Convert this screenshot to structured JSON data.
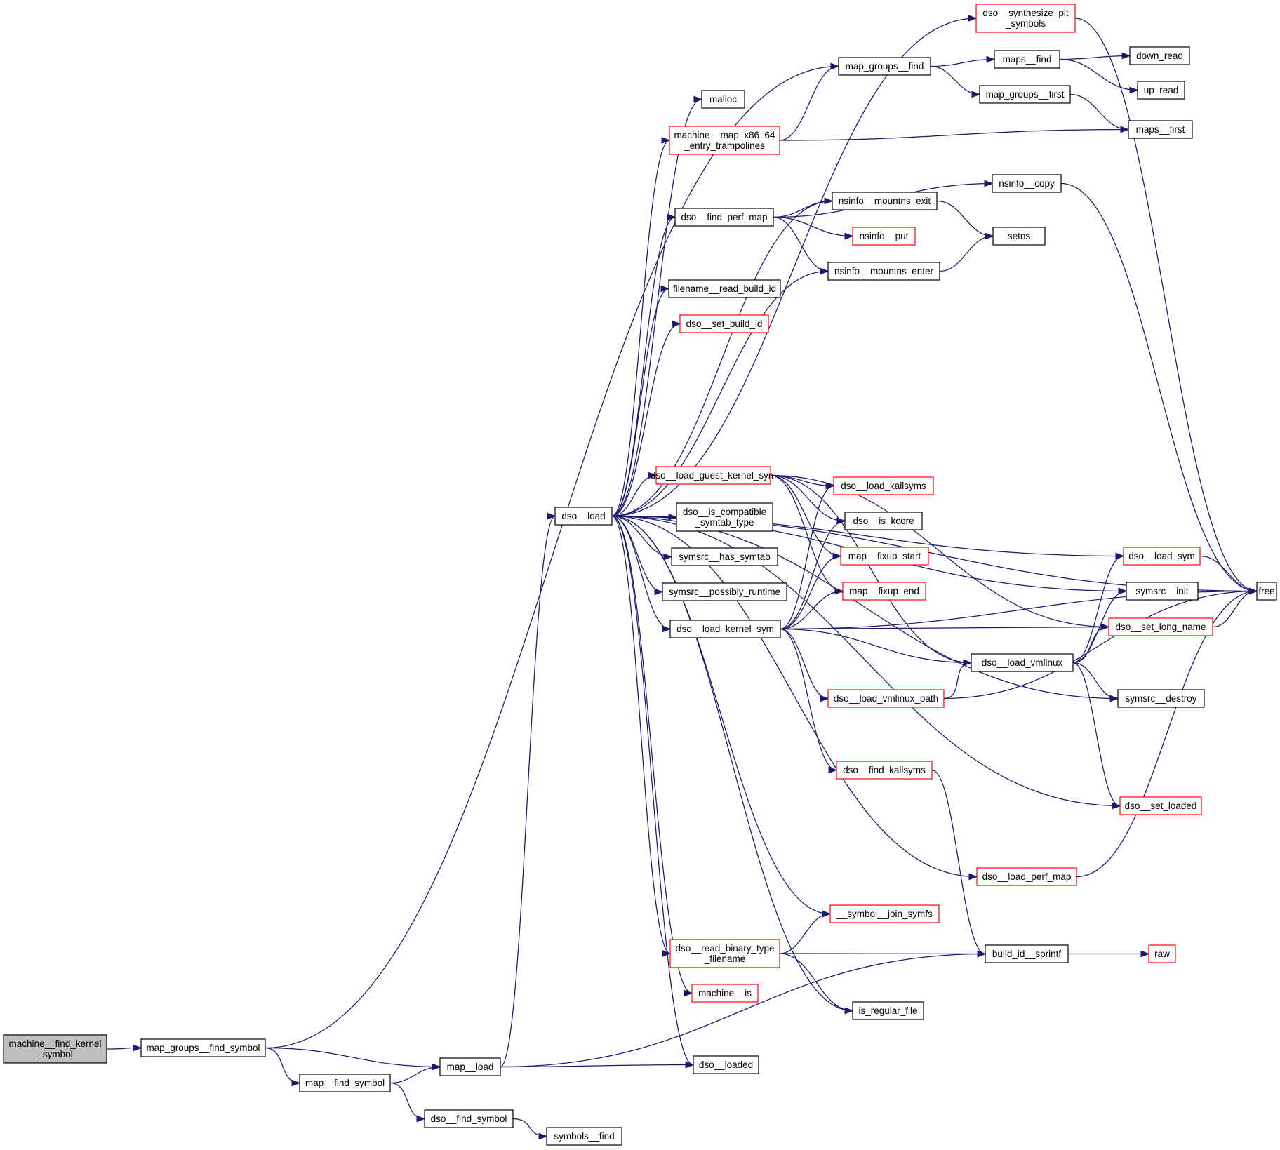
{
  "colors": {
    "edge": "#191970",
    "border_default": "#000000",
    "border_truncated": "#ff0000",
    "root_fill": "#bfbfbf",
    "node_fill": "#ffffff"
  },
  "nodes": [
    {
      "id": "root",
      "lines": [
        "machine__find_kernel",
        "_symbol"
      ],
      "style": "root"
    },
    {
      "id": "mgfs",
      "lines": [
        "map_groups__find_symbol"
      ],
      "style": "normal"
    },
    {
      "id": "mfs",
      "lines": [
        "map__find_symbol"
      ],
      "style": "normal"
    },
    {
      "id": "mload",
      "lines": [
        "map__load"
      ],
      "style": "normal"
    },
    {
      "id": "dfs",
      "lines": [
        "dso__find_symbol"
      ],
      "style": "normal"
    },
    {
      "id": "symf",
      "lines": [
        "symbols__find"
      ],
      "style": "normal"
    },
    {
      "id": "dload",
      "lines": [
        "dso__load"
      ],
      "style": "normal"
    },
    {
      "id": "synth",
      "lines": [
        "dso__synthesize_plt",
        "_symbols"
      ],
      "style": "truncated"
    },
    {
      "id": "mgfind",
      "lines": [
        "map_groups__find"
      ],
      "style": "normal"
    },
    {
      "id": "mapsfind",
      "lines": [
        "maps__find"
      ],
      "style": "normal"
    },
    {
      "id": "downread",
      "lines": [
        "down_read"
      ],
      "style": "normal"
    },
    {
      "id": "upread",
      "lines": [
        "up_read"
      ],
      "style": "normal"
    },
    {
      "id": "mgfirst",
      "lines": [
        "map_groups__first"
      ],
      "style": "normal"
    },
    {
      "id": "mapsfirst",
      "lines": [
        "maps__first"
      ],
      "style": "normal"
    },
    {
      "id": "malloc",
      "lines": [
        "malloc"
      ],
      "style": "normal"
    },
    {
      "id": "mmap",
      "lines": [
        "machine__map_x86_64",
        "_entry_trampolines"
      ],
      "style": "truncated"
    },
    {
      "id": "nscopy",
      "lines": [
        "nsinfo__copy"
      ],
      "style": "normal"
    },
    {
      "id": "nsexit",
      "lines": [
        "nsinfo__mountns_exit"
      ],
      "style": "normal"
    },
    {
      "id": "fperf",
      "lines": [
        "dso__find_perf_map"
      ],
      "style": "normal"
    },
    {
      "id": "nsput",
      "lines": [
        "nsinfo__put"
      ],
      "style": "truncated"
    },
    {
      "id": "setns",
      "lines": [
        "setns"
      ],
      "style": "normal"
    },
    {
      "id": "nsenter",
      "lines": [
        "nsinfo__mountns_enter"
      ],
      "style": "normal"
    },
    {
      "id": "frbid",
      "lines": [
        "filename__read_build_id"
      ],
      "style": "normal"
    },
    {
      "id": "dsbid",
      "lines": [
        "dso__set_build_id"
      ],
      "style": "truncated"
    },
    {
      "id": "guest",
      "lines": [
        "dso__load_guest_kernel_sym"
      ],
      "style": "truncated"
    },
    {
      "id": "kall",
      "lines": [
        "dso__load_kallsyms"
      ],
      "style": "truncated"
    },
    {
      "id": "iscompat",
      "lines": [
        "dso__is_compatible",
        "_symtab_type"
      ],
      "style": "normal"
    },
    {
      "id": "iskcore",
      "lines": [
        "dso__is_kcore"
      ],
      "style": "normal"
    },
    {
      "id": "hassym",
      "lines": [
        "symsrc__has_symtab"
      ],
      "style": "normal"
    },
    {
      "id": "fstart",
      "lines": [
        "map__fixup_start"
      ],
      "style": "truncated"
    },
    {
      "id": "loadsym",
      "lines": [
        "dso__load_sym"
      ],
      "style": "truncated"
    },
    {
      "id": "posrt",
      "lines": [
        "symsrc__possibly_runtime"
      ],
      "style": "normal"
    },
    {
      "id": "fend",
      "lines": [
        "map__fixup_end"
      ],
      "style": "truncated"
    },
    {
      "id": "sinit",
      "lines": [
        "symsrc__init"
      ],
      "style": "normal"
    },
    {
      "id": "free",
      "lines": [
        "free"
      ],
      "style": "normal"
    },
    {
      "id": "kern",
      "lines": [
        "dso__load_kernel_sym"
      ],
      "style": "normal"
    },
    {
      "id": "setlong",
      "lines": [
        "dso__set_long_name"
      ],
      "style": "truncated"
    },
    {
      "id": "vml",
      "lines": [
        "dso__load_vmlinux"
      ],
      "style": "normal"
    },
    {
      "id": "vmlpath",
      "lines": [
        "dso__load_vmlinux_path"
      ],
      "style": "truncated"
    },
    {
      "id": "sdestroy",
      "lines": [
        "symsrc__destroy"
      ],
      "style": "normal"
    },
    {
      "id": "fkall",
      "lines": [
        "dso__find_kallsyms"
      ],
      "style": "truncated"
    },
    {
      "id": "setloaded",
      "lines": [
        "dso__set_loaded"
      ],
      "style": "truncated"
    },
    {
      "id": "lperf",
      "lines": [
        "dso__load_perf_map"
      ],
      "style": "truncated"
    },
    {
      "id": "joinsym",
      "lines": [
        "__symbol__join_symfs"
      ],
      "style": "truncated"
    },
    {
      "id": "rbtf",
      "lines": [
        "dso__read_binary_type",
        "_filename"
      ],
      "style": "truncated"
    },
    {
      "id": "bidsp",
      "lines": [
        "build_id__sprintf"
      ],
      "style": "normal"
    },
    {
      "id": "raw",
      "lines": [
        "raw"
      ],
      "style": "truncated"
    },
    {
      "id": "mis",
      "lines": [
        "machine__is"
      ],
      "style": "truncated"
    },
    {
      "id": "isreg",
      "lines": [
        "is_regular_file"
      ],
      "style": "normal"
    },
    {
      "id": "dloaded",
      "lines": [
        "dso__loaded"
      ],
      "style": "normal"
    }
  ],
  "edges": [
    [
      "root",
      "mgfs"
    ],
    [
      "mgfs",
      "mgfind"
    ],
    [
      "mgfs",
      "mload"
    ],
    [
      "mgfs",
      "mfs"
    ],
    [
      "mfs",
      "mload"
    ],
    [
      "mfs",
      "dfs"
    ],
    [
      "dfs",
      "symf"
    ],
    [
      "mload",
      "dload"
    ],
    [
      "mload",
      "dloaded"
    ],
    [
      "mload",
      "bidsp"
    ],
    [
      "mgfind",
      "mapsfind"
    ],
    [
      "mgfind",
      "mgfirst"
    ],
    [
      "mapsfind",
      "downread"
    ],
    [
      "mapsfind",
      "upread"
    ],
    [
      "mgfirst",
      "mapsfirst"
    ],
    [
      "dload",
      "synth"
    ],
    [
      "dload",
      "malloc"
    ],
    [
      "dload",
      "mmap"
    ],
    [
      "dload",
      "nsexit"
    ],
    [
      "dload",
      "fperf"
    ],
    [
      "dload",
      "nsenter"
    ],
    [
      "dload",
      "frbid"
    ],
    [
      "dload",
      "dsbid"
    ],
    [
      "dload",
      "free"
    ],
    [
      "dload",
      "loadsym"
    ],
    [
      "dload",
      "sinit"
    ],
    [
      "dload",
      "guest"
    ],
    [
      "dload",
      "iscompat"
    ],
    [
      "dload",
      "hassym"
    ],
    [
      "dload",
      "posrt"
    ],
    [
      "dload",
      "kern"
    ],
    [
      "dload",
      "sdestroy"
    ],
    [
      "dload",
      "setloaded"
    ],
    [
      "dload",
      "lperf"
    ],
    [
      "dload",
      "joinsym"
    ],
    [
      "dload",
      "rbtf"
    ],
    [
      "dload",
      "mis"
    ],
    [
      "dload",
      "isreg"
    ],
    [
      "dload",
      "dloaded"
    ],
    [
      "synth",
      "free"
    ],
    [
      "mmap",
      "mgfind"
    ],
    [
      "mmap",
      "mapsfirst"
    ],
    [
      "fperf",
      "nscopy"
    ],
    [
      "fperf",
      "nsexit"
    ],
    [
      "fperf",
      "nsput"
    ],
    [
      "fperf",
      "nsenter"
    ],
    [
      "nscopy",
      "free"
    ],
    [
      "nsexit",
      "setns"
    ],
    [
      "nsenter",
      "setns"
    ],
    [
      "guest",
      "kall"
    ],
    [
      "guest",
      "iskcore"
    ],
    [
      "guest",
      "fstart"
    ],
    [
      "guest",
      "fend"
    ],
    [
      "guest",
      "setlong"
    ],
    [
      "guest",
      "vml"
    ],
    [
      "kern",
      "kall"
    ],
    [
      "kern",
      "iskcore"
    ],
    [
      "kern",
      "fstart"
    ],
    [
      "kern",
      "fend"
    ],
    [
      "kern",
      "setlong"
    ],
    [
      "kern",
      "vml"
    ],
    [
      "kern",
      "vmlpath"
    ],
    [
      "kern",
      "fkall"
    ],
    [
      "kern",
      "free"
    ],
    [
      "vml",
      "loadsym"
    ],
    [
      "vml",
      "sinit"
    ],
    [
      "vml",
      "setlong"
    ],
    [
      "vml",
      "sdestroy"
    ],
    [
      "vml",
      "setloaded"
    ],
    [
      "vmlpath",
      "vml"
    ],
    [
      "vmlpath",
      "free"
    ],
    [
      "loadsym",
      "free"
    ],
    [
      "setlong",
      "free"
    ],
    [
      "lperf",
      "free"
    ],
    [
      "fkall",
      "bidsp"
    ],
    [
      "rbtf",
      "joinsym"
    ],
    [
      "rbtf",
      "bidsp"
    ],
    [
      "rbtf",
      "isreg"
    ],
    [
      "bidsp",
      "raw"
    ]
  ]
}
